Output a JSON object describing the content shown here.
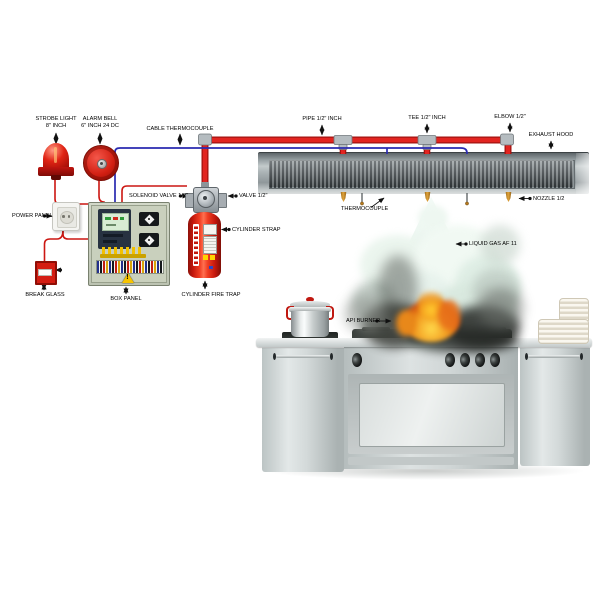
{
  "labels": {
    "strobe_light": "STROBE LIGHT\n8\" INCH",
    "alarm_bell": "ALARM BELL\n6\" INCH 24 DC",
    "cable_thermocouple": "CABLE THERMOCOUPLE",
    "pipe": "PIPE 1/2\" INCH",
    "tee": "TEE 1/2\" INCH",
    "elbow": "ELBOW 1/2\"",
    "exhaust_hood": "EXHAUST HOOD",
    "power_panel": "POWER PANEL",
    "solenoid_valve": "SOLENOID VALVE 1/2\"",
    "valve": "VALVE 1/2\"",
    "cylinder_strap": "CYLINDER STRAP",
    "cylinder_fire_trap": "CYLINDER FIRE TRAP",
    "break_glass": "BREAK GLASS",
    "box_panel": "BOX PANEL",
    "thermocouple": "THERMOCOUPLE",
    "nozzle": "NOZZLE 1/2",
    "liquid_gas": "LIQUID GAS AF 11",
    "api_burner": "API BURNER",
    "box_warning": "!"
  },
  "colors": {
    "pipe_red": "#e22420",
    "cable_blue": "#2a2ab0",
    "alarm_red": "#d21f12",
    "cylinder_red": "#cf1f14",
    "hood_gray": "#9aa3a6",
    "nozzle_brass": "#c9862a",
    "warning_yellow": "#f7c400"
  }
}
